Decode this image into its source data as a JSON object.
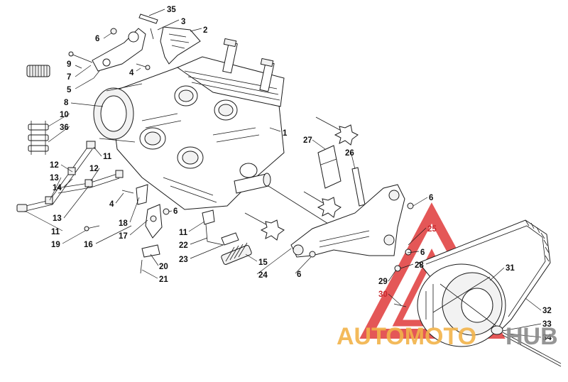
{
  "watermark": {
    "word_a": "AUTOMOTO",
    "word_b": "HUB",
    "color_a": "#f2b34a",
    "color_b": "#8a8a8a",
    "logo_color": "#e03a3a"
  },
  "callouts": [
    {
      "id": "c35",
      "text": "35",
      "red": false
    },
    {
      "id": "c3",
      "text": "3",
      "red": false
    },
    {
      "id": "c2",
      "text": "2",
      "red": false
    },
    {
      "id": "c6a",
      "text": "6",
      "red": false
    },
    {
      "id": "c9",
      "text": "9",
      "red": false
    },
    {
      "id": "c7",
      "text": "7",
      "red": false
    },
    {
      "id": "c4a",
      "text": "4",
      "red": false
    },
    {
      "id": "c5",
      "text": "5",
      "red": false
    },
    {
      "id": "c8",
      "text": "8",
      "red": false
    },
    {
      "id": "c10",
      "text": "10",
      "red": false
    },
    {
      "id": "c36",
      "text": "36",
      "red": false
    },
    {
      "id": "c1",
      "text": "1",
      "red": false
    },
    {
      "id": "c27",
      "text": "27",
      "red": false
    },
    {
      "id": "c26",
      "text": "26",
      "red": false
    },
    {
      "id": "c11a",
      "text": "11",
      "red": false
    },
    {
      "id": "c12a",
      "text": "12",
      "red": false
    },
    {
      "id": "c12b",
      "text": "12",
      "red": false
    },
    {
      "id": "c13a",
      "text": "13",
      "red": false
    },
    {
      "id": "c14",
      "text": "14",
      "red": false
    },
    {
      "id": "c13b",
      "text": "13",
      "red": false
    },
    {
      "id": "c11b",
      "text": "11",
      "red": false
    },
    {
      "id": "c19",
      "text": "19",
      "red": false
    },
    {
      "id": "c4b",
      "text": "4",
      "red": false
    },
    {
      "id": "c18",
      "text": "18",
      "red": false
    },
    {
      "id": "c17",
      "text": "17",
      "red": false
    },
    {
      "id": "c16",
      "text": "16",
      "red": false
    },
    {
      "id": "c6b",
      "text": "6",
      "red": false
    },
    {
      "id": "c11c",
      "text": "11",
      "red": false
    },
    {
      "id": "c22",
      "text": "22",
      "red": false
    },
    {
      "id": "c23",
      "text": "23",
      "red": false
    },
    {
      "id": "c20",
      "text": "20",
      "red": false
    },
    {
      "id": "c21",
      "text": "21",
      "red": false
    },
    {
      "id": "c15",
      "text": "15",
      "red": false
    },
    {
      "id": "c24",
      "text": "24",
      "red": false
    },
    {
      "id": "c6c",
      "text": "6",
      "red": false
    },
    {
      "id": "c6d",
      "text": "6",
      "red": false
    },
    {
      "id": "c25",
      "text": "25",
      "red": true
    },
    {
      "id": "c6e",
      "text": "6",
      "red": false
    },
    {
      "id": "c28",
      "text": "28",
      "red": false
    },
    {
      "id": "c29",
      "text": "29",
      "red": false
    },
    {
      "id": "c30",
      "text": "30",
      "red": true
    },
    {
      "id": "c31",
      "text": "31",
      "red": false
    },
    {
      "id": "c32",
      "text": "32",
      "red": false
    },
    {
      "id": "c33",
      "text": "33",
      "red": false
    },
    {
      "id": "c34",
      "text": "34",
      "red": false
    }
  ]
}
